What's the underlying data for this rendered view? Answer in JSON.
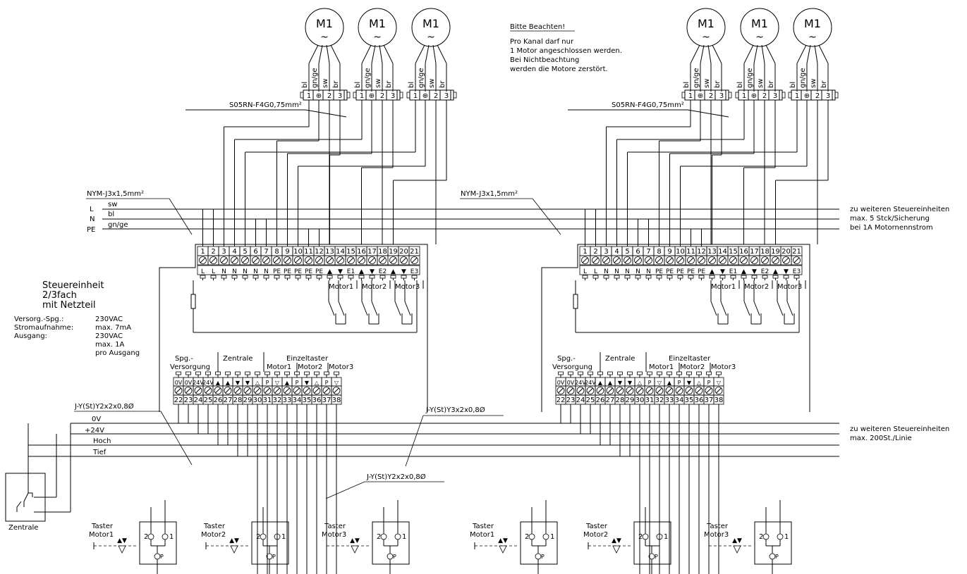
{
  "notice": {
    "title": "Bitte Beachten!",
    "lines": [
      "Pro Kanal darf nur",
      "1 Motor angeschlossen werden.",
      "Bei Nichtbeachtung",
      "werden die Motore zerstört."
    ]
  },
  "motor": {
    "label": "M1",
    "symbol": "~",
    "wires": [
      "bl",
      "gn/ge",
      "sw",
      "br"
    ],
    "terminals": [
      "1",
      "⊕",
      "2",
      "3"
    ]
  },
  "cables": {
    "motor_cable": "S05RN-F4G0,75mm²",
    "power_cable": "NYM-J3x1,5mm²",
    "control_cable_1": "J-Y(St)Y2x2x0,8Ø",
    "control_cable_2": "J-Y(St)Y3x2x0,8Ø",
    "control_cable_3": "J-Y(St)Y2x2x0,8Ø"
  },
  "power_lines": {
    "labels": [
      "L",
      "N",
      "PE"
    ],
    "colors": [
      "sw",
      "bl",
      "gn/ge"
    ]
  },
  "control_lines": [
    "0V",
    "+24V",
    "Hoch",
    "Tief"
  ],
  "unit": {
    "title_lines": [
      "Steuereinheit",
      "2/3fach",
      "mit Netzteil"
    ],
    "specs": [
      {
        "key": "Versorg.-Spg.:",
        "value": "230VAC"
      },
      {
        "key": "Stromaufnahme:",
        "value": "max. 7mA"
      },
      {
        "key": "Ausgang:",
        "value": "230VAC"
      },
      {
        "key": "",
        "value": "max. 1A"
      },
      {
        "key": "",
        "value": "pro Ausgang"
      }
    ],
    "top_terminals": [
      "1",
      "2",
      "3",
      "4",
      "5",
      "6",
      "7",
      "8",
      "9",
      "10",
      "11",
      "12",
      "13",
      "14",
      "15",
      "16",
      "17",
      "18",
      "19",
      "20",
      "21"
    ],
    "top_terminal_labels": [
      "L",
      "L",
      "N",
      "N",
      "N",
      "N",
      "N",
      "PE",
      "PE",
      "PE",
      "PE",
      "PE",
      "▲",
      "▼",
      "E1",
      "▲",
      "▼",
      "E2",
      "▲",
      "▼",
      "E3"
    ],
    "motor_groups": [
      "Motor1",
      "Motor2",
      "Motor3"
    ],
    "bottom_terminals": [
      "22",
      "23",
      "24",
      "25",
      "26",
      "27",
      "28",
      "29",
      "30",
      "31",
      "32",
      "33",
      "34",
      "35",
      "36",
      "37",
      "38"
    ],
    "bottom_terminal_labels": [
      "0V",
      "0V",
      "24V",
      "24V",
      "▲",
      "▲",
      "▼",
      "▼",
      "△",
      "P",
      "▽",
      "▲",
      "P",
      "▼",
      "△",
      "P",
      "▽"
    ],
    "group_spg": [
      "Spg.-",
      "Versorgung"
    ],
    "group_zentrale": "Zentrale",
    "group_einzel": "Einzeltaster"
  },
  "right_notes": {
    "top": [
      "zu weiteren Steuereinheiten",
      "max. 5 Stck/Sicherung",
      "bei 1A Motornennstrom"
    ],
    "bottom": [
      "zu weiteren Steuereinheiten",
      "max. 200St./Linie"
    ]
  },
  "taster": {
    "line1": "Taster",
    "motors": [
      "Motor1",
      "Motor2",
      "Motor3"
    ],
    "contact_labels": [
      "2",
      "1",
      "P"
    ]
  },
  "zentrale_label": "Zentrale"
}
